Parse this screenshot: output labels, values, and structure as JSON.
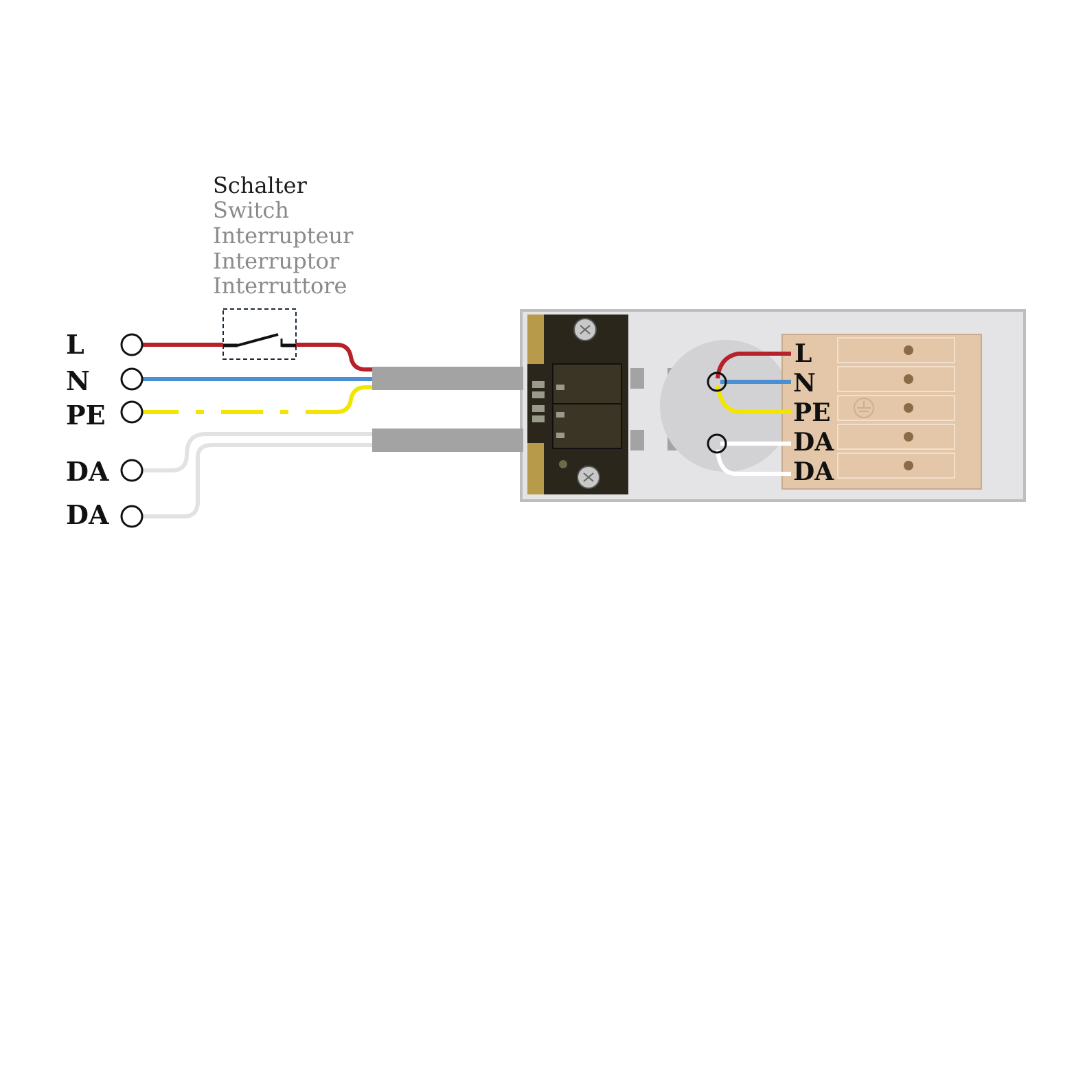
{
  "switch": {
    "labels": [
      "Schalter",
      "Switch",
      "Interrupteur",
      "Interruptor",
      "Interruttore"
    ]
  },
  "terminals": {
    "left": [
      "L",
      "N",
      "PE",
      "DA",
      "DA"
    ],
    "connector": [
      "L",
      "N",
      "PE",
      "DA",
      "DA"
    ]
  },
  "colors": {
    "L": "#b5222a",
    "N": "#4a8fd4",
    "PE": "#f2e500",
    "DA_outside": "#e2e2e2",
    "DA_inside": "#ffffff",
    "cable": "#a3a3a3",
    "housing": "#e4e4e6",
    "housing_border": "#bdbdbd",
    "pcb": "#2a261b",
    "connector_block": "#e4c7a8"
  },
  "icons": {
    "switch": "normally-open-switch-icon",
    "earth": "earth-ground-icon",
    "screw": "screw-icon"
  }
}
